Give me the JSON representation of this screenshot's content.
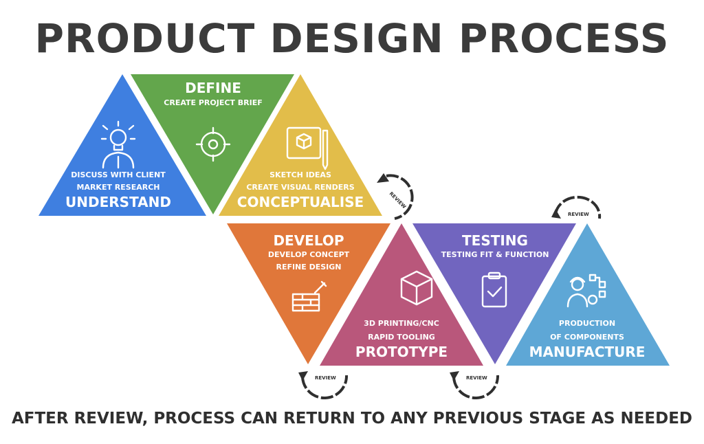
{
  "title": "PRODUCT DESIGN PROCESS",
  "footer": "AFTER REVIEW, PROCESS CAN RETURN TO ANY PREVIOUS STAGE AS NEEDED",
  "colors": {
    "understand": "#3f7fe0",
    "define": "#63a64c",
    "conceptualise": "#e2bd4a",
    "develop": "#e0773a",
    "prototype": "#b9577b",
    "testing": "#7165bf",
    "manufacture": "#5ea7d6",
    "review": "#2f2f2f",
    "title": "#3b3b3b"
  },
  "stages": {
    "understand": {
      "name": "UNDERSTAND",
      "lines": [
        "DISCUSS WITH CLIENT",
        "MARKET RESEARCH"
      ],
      "icon": "lightbulb-person-icon"
    },
    "define": {
      "name": "DEFINE",
      "lines": [
        "CREATE PROJECT BRIEF"
      ],
      "icon": "target-icon"
    },
    "conceptualise": {
      "name": "CONCEPTUALISE",
      "lines": [
        "SKETCH IDEAS",
        "CREATE VISUAL RENDERS"
      ],
      "icon": "blueprint-icon"
    },
    "develop": {
      "name": "DEVELOP",
      "lines": [
        "DEVELOP CONCEPT",
        "REFINE DESIGN"
      ],
      "icon": "bricks-trowel-icon"
    },
    "prototype": {
      "name": "PROTOTYPE",
      "lines": [
        "3D PRINTING/CNC",
        "RAPID TOOLING"
      ],
      "icon": "cube-icon"
    },
    "testing": {
      "name": "TESTING",
      "lines": [
        "TESTING FIT & FUNCTION"
      ],
      "icon": "clipboard-check-icon"
    },
    "manufacture": {
      "name": "MANUFACTURE",
      "lines": [
        "PRODUCTION",
        "OF COMPONENTS"
      ],
      "icon": "engineer-gears-icon"
    }
  },
  "review_label": "REVIEW"
}
